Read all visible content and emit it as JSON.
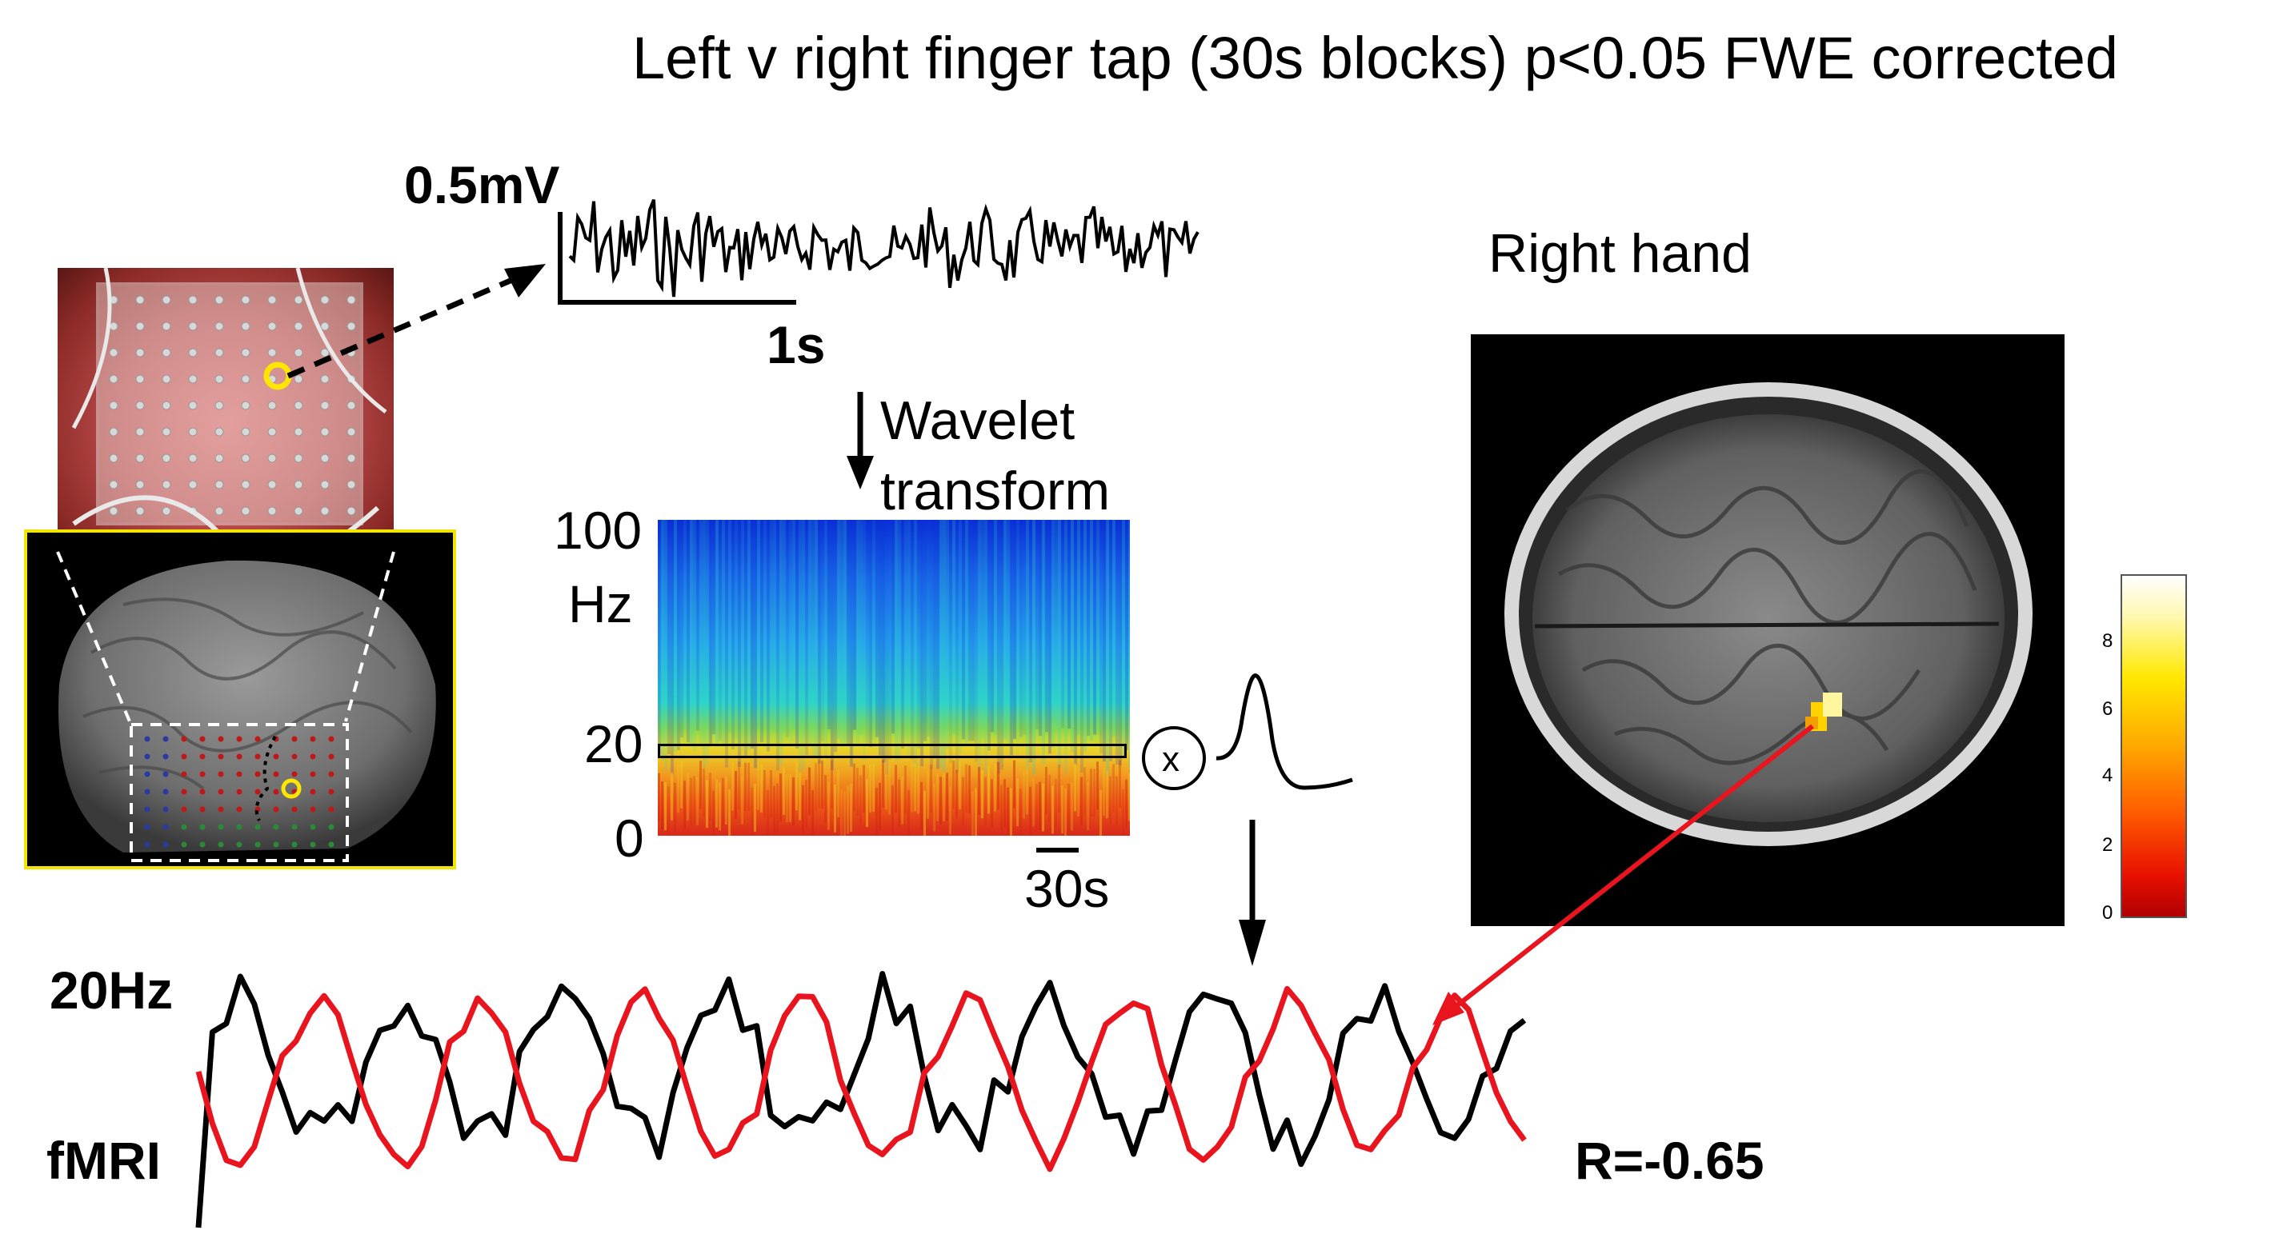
{
  "title": "Left v right finger tap (30s blocks) p<0.05 FWE corrected",
  "ecog": {
    "amp_scale": "0.5mV",
    "time_scale": "1s"
  },
  "wavelet": {
    "label_line1": "Wavelet",
    "label_line2": "transform",
    "freq_ticks": [
      "100",
      "Hz",
      "20",
      "0"
    ],
    "time_scale": "30s",
    "operator": "x"
  },
  "fmri_panel": {
    "label": "Right hand",
    "colorbar_ticks": [
      "8",
      "6",
      "4",
      "2",
      "0"
    ]
  },
  "timecourse": {
    "label_top": "20Hz",
    "label_bottom": "fMRI",
    "correlation": "R=-0.65"
  },
  "colors": {
    "ecog_trace": "#000000",
    "fmri_trace": "#e8141e",
    "highlight_electrode": "#ffe600",
    "arrow_red": "#e8141e"
  },
  "icons": [
    "brain-photo",
    "brain-render",
    "spectrogram",
    "hrf-kernel",
    "mri-slice",
    "colorbar"
  ]
}
